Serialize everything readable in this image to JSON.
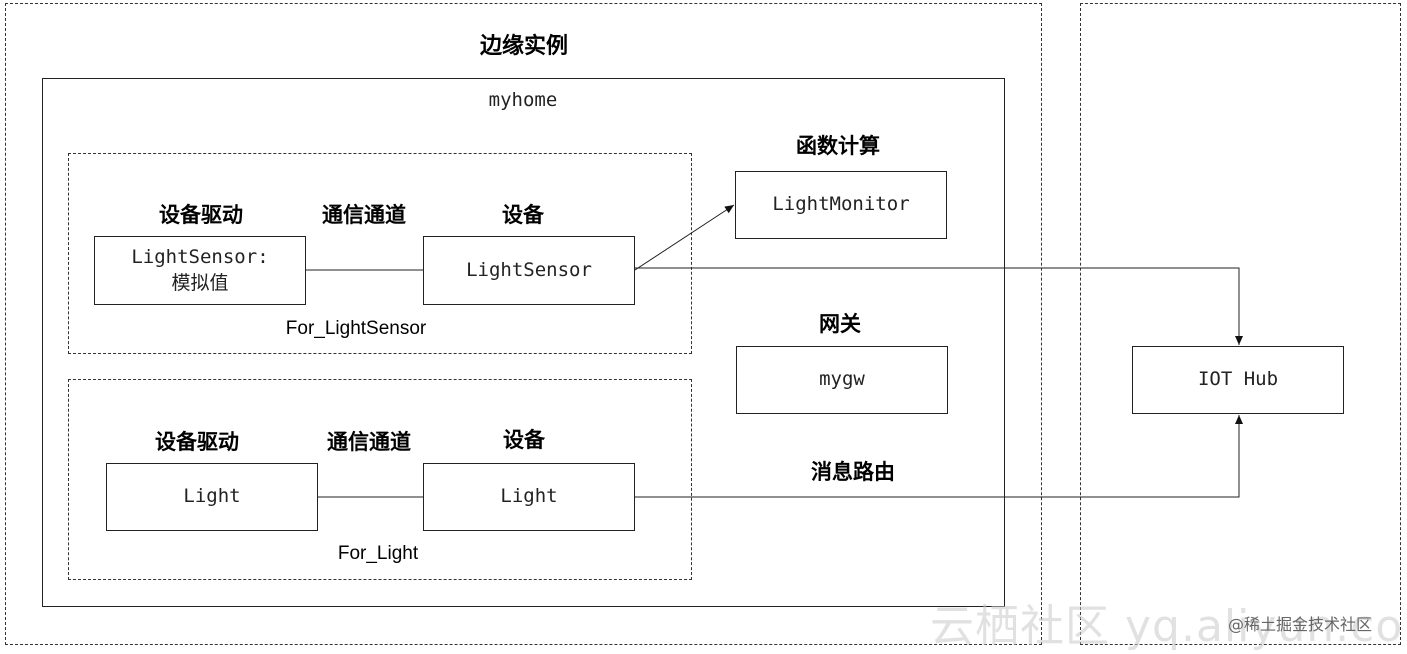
{
  "edge_instance": {
    "title": "边缘实例",
    "app": {
      "name": "myhome",
      "group_sensor": {
        "label_driver": "设备驱动",
        "label_channel": "通信通道",
        "label_device": "设备",
        "driver_box": "LightSensor:\n模拟值",
        "device_box": "LightSensor",
        "caption": "For_LightSensor"
      },
      "group_light": {
        "label_driver": "设备驱动",
        "label_channel": "通信通道",
        "label_device": "设备",
        "driver_box": "Light",
        "device_box": "Light",
        "caption": "For_Light"
      },
      "function_compute": {
        "label": "函数计算",
        "box": "LightMonitor"
      },
      "gateway": {
        "label": "网关",
        "box": "mygw"
      },
      "message_routing": {
        "label": "消息路由"
      }
    }
  },
  "cloud": {
    "iot_hub": "IOT Hub"
  },
  "watermark": {
    "text": "云栖社区 yq.aliyun.com",
    "credit": "@稀土掘金技术社区"
  }
}
